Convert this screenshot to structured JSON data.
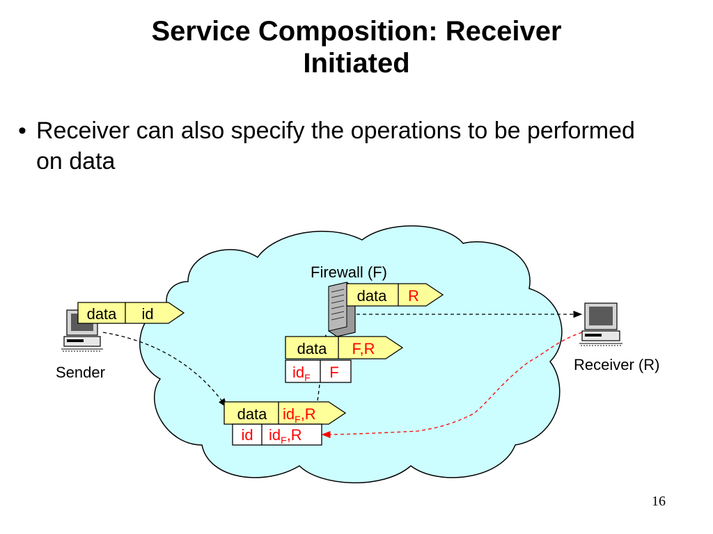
{
  "slide": {
    "title_line1": "Service Composition: Receiver",
    "title_line2": "Initiated",
    "bullet": "Receiver can also specify the operations to be performed on data",
    "page_number": "16"
  },
  "nodes": {
    "sender": "Sender",
    "receiver": "Receiver (R)",
    "firewall": "Firewall (F)"
  },
  "packets": {
    "sender_packet": {
      "data": "data",
      "field": "id"
    },
    "firewall_out_packet": {
      "data": "data",
      "field": "R"
    },
    "firewall_in_packet": {
      "data": "data",
      "field": "F,R"
    },
    "firewall_state": {
      "key_base": "id",
      "key_sub": "F",
      "value": "F"
    },
    "bottom_packet": {
      "data": "data",
      "field_base": "id",
      "field_sub": "F",
      "field_tail": ",R"
    },
    "bottom_state": {
      "col1": "id",
      "col2_base": "id",
      "col2_sub": "F",
      "col2_tail": ",R"
    }
  },
  "colors": {
    "cloud_fill": "#ccfeff",
    "packet_fill": "#ffff99",
    "red_text": "#ff0000",
    "red_arrow": "#ff0000",
    "black_arrow": "#000000"
  },
  "icons": [
    "computer-icon",
    "server-icon"
  ]
}
